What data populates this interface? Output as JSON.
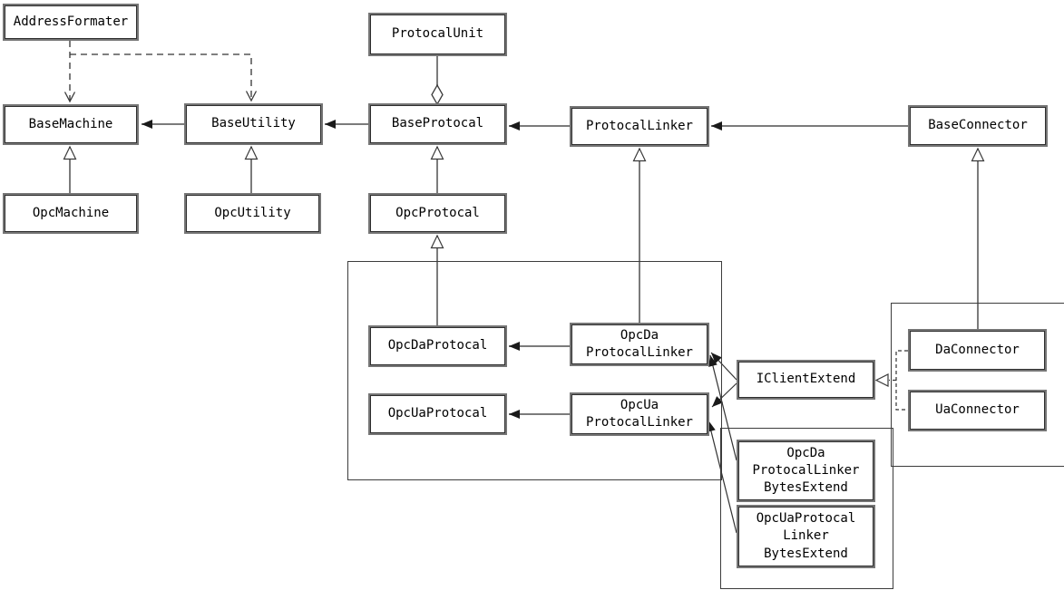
{
  "diagram": {
    "kind": "uml-class-diagram",
    "colors": {
      "background": "#ffffff",
      "node_border": "#757575",
      "group_border": "#3c3c3c",
      "line": "#7b7b7b",
      "thin_line": "#333333",
      "text": "#000000",
      "arrow_fill": "#1a1a1a"
    }
  },
  "nodes": {
    "addressFormater": {
      "label": "AddressFormater"
    },
    "baseMachine": {
      "label": "BaseMachine"
    },
    "baseUtility": {
      "label": "BaseUtility"
    },
    "protocalUnit": {
      "label": "ProtocalUnit"
    },
    "baseProtocal": {
      "label": "BaseProtocal"
    },
    "protocalLinker": {
      "label": "ProtocalLinker"
    },
    "baseConnector": {
      "label": "BaseConnector"
    },
    "opcMachine": {
      "label": "OpcMachine"
    },
    "opcUtility": {
      "label": "OpcUtility"
    },
    "opcProtocal": {
      "label": "OpcProtocal"
    },
    "opcDaProtocal": {
      "label": "OpcDaProtocal"
    },
    "opcUaProtocal": {
      "label": "OpcUaProtocal"
    },
    "opcDaProtocalLinker": {
      "label": "OpcDa\nProtocalLinker"
    },
    "opcUaProtocalLinker": {
      "label": "OpcUa\nProtocalLinker"
    },
    "iClientExtend": {
      "label": "IClientExtend"
    },
    "daConnector": {
      "label": "DaConnector"
    },
    "uaConnector": {
      "label": "UaConnector"
    },
    "opcDaProtocalLinkerBytesExtend": {
      "label": "OpcDa\nProtocalLinker\nBytesExtend"
    },
    "opcUaProtocalLinkerBytesExtend": {
      "label": "OpcUaProtocal\nLinker\nBytesExtend"
    }
  },
  "edges": [
    {
      "from": "AddressFormater",
      "to": "BaseMachine",
      "type": "dependency-dashed-open-arrow"
    },
    {
      "from": "AddressFormater",
      "to": "BaseUtility",
      "type": "dependency-dashed-open-arrow"
    },
    {
      "from": "BaseUtility",
      "to": "BaseMachine",
      "type": "association-filled-arrow"
    },
    {
      "from": "BaseProtocal",
      "to": "BaseUtility",
      "type": "association-filled-arrow"
    },
    {
      "from": "ProtocalLinker",
      "to": "BaseProtocal",
      "type": "association-filled-arrow"
    },
    {
      "from": "BaseConnector",
      "to": "ProtocalLinker",
      "type": "association-filled-arrow"
    },
    {
      "from": "ProtocalUnit",
      "to": "BaseProtocal",
      "type": "aggregation-hollow-diamond"
    },
    {
      "from": "OpcMachine",
      "to": "BaseMachine",
      "type": "generalization-hollow-triangle"
    },
    {
      "from": "OpcUtility",
      "to": "BaseUtility",
      "type": "generalization-hollow-triangle"
    },
    {
      "from": "OpcProtocal",
      "to": "BaseProtocal",
      "type": "generalization-hollow-triangle"
    },
    {
      "from": "OpcDaProtocal",
      "to": "OpcProtocal",
      "type": "generalization-hollow-triangle"
    },
    {
      "from": "OpcDaProtocalLinker",
      "to": "ProtocalLinker",
      "type": "generalization-hollow-triangle"
    },
    {
      "from": "DaConnector",
      "to": "BaseConnector",
      "type": "generalization-hollow-triangle"
    },
    {
      "from": "OpcDaProtocalLinker",
      "to": "OpcDaProtocal",
      "type": "association-filled-arrow"
    },
    {
      "from": "OpcUaProtocalLinker",
      "to": "OpcUaProtocal",
      "type": "association-filled-arrow"
    },
    {
      "from": "IClientExtend",
      "to": "OpcDaProtocalLinker",
      "type": "association-filled-arrow"
    },
    {
      "from": "IClientExtend",
      "to": "OpcUaProtocalLinker",
      "type": "association-filled-arrow"
    },
    {
      "from": "OpcDaProtocalLinkerBytesExtend",
      "to": "OpcDaProtocalLinker",
      "type": "association-filled-arrow"
    },
    {
      "from": "OpcUaProtocalLinkerBytesExtend",
      "to": "OpcUaProtocalLinker",
      "type": "association-filled-arrow"
    },
    {
      "from": "DaConnector",
      "to": "IClientExtend",
      "type": "realization-dashed-hollow-triangle"
    },
    {
      "from": "UaConnector",
      "to": "IClientExtend",
      "type": "realization-dashed-hollow-triangle"
    }
  ]
}
